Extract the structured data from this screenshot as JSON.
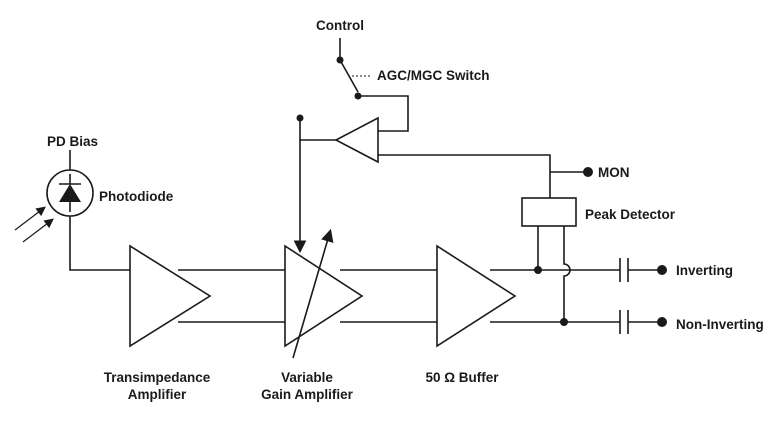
{
  "labels": {
    "control": "Control",
    "agc_mgc_switch": "AGC/MGC Switch",
    "pd_bias": "PD Bias",
    "photodiode": "Photodiode",
    "mon": "MON",
    "peak_detector": "Peak Detector",
    "inverting": "Inverting",
    "non_inverting": "Non-Inverting",
    "transimpedance_amplifier_line1": "Transimpedance",
    "transimpedance_amplifier_line2": "Amplifier",
    "variable_gain_amplifier_line1": "Variable",
    "variable_gain_amplifier_line2": "Gain Amplifier",
    "buffer": "50 Ω Buffer"
  }
}
